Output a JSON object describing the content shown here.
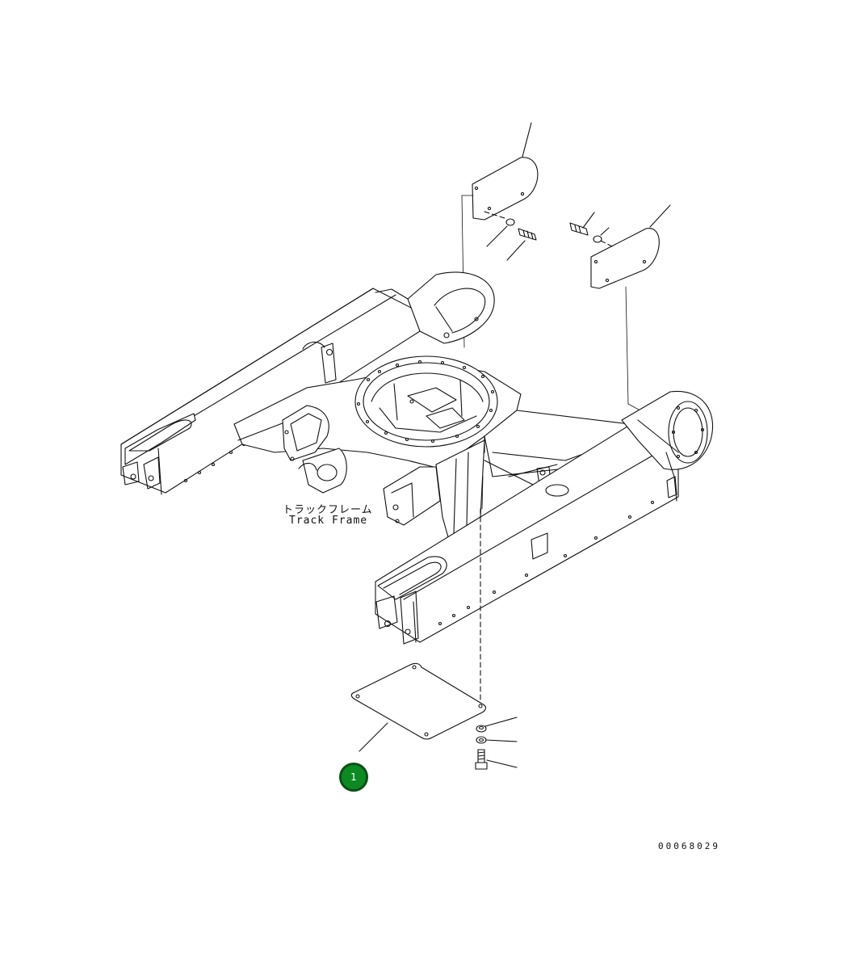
{
  "labels": {
    "part_name_jp": "トラックフレーム",
    "part_name_en": "Track Frame",
    "drawing_number": "00068029"
  },
  "callouts": [
    {
      "number": "1",
      "color": "#0c8a22"
    }
  ]
}
